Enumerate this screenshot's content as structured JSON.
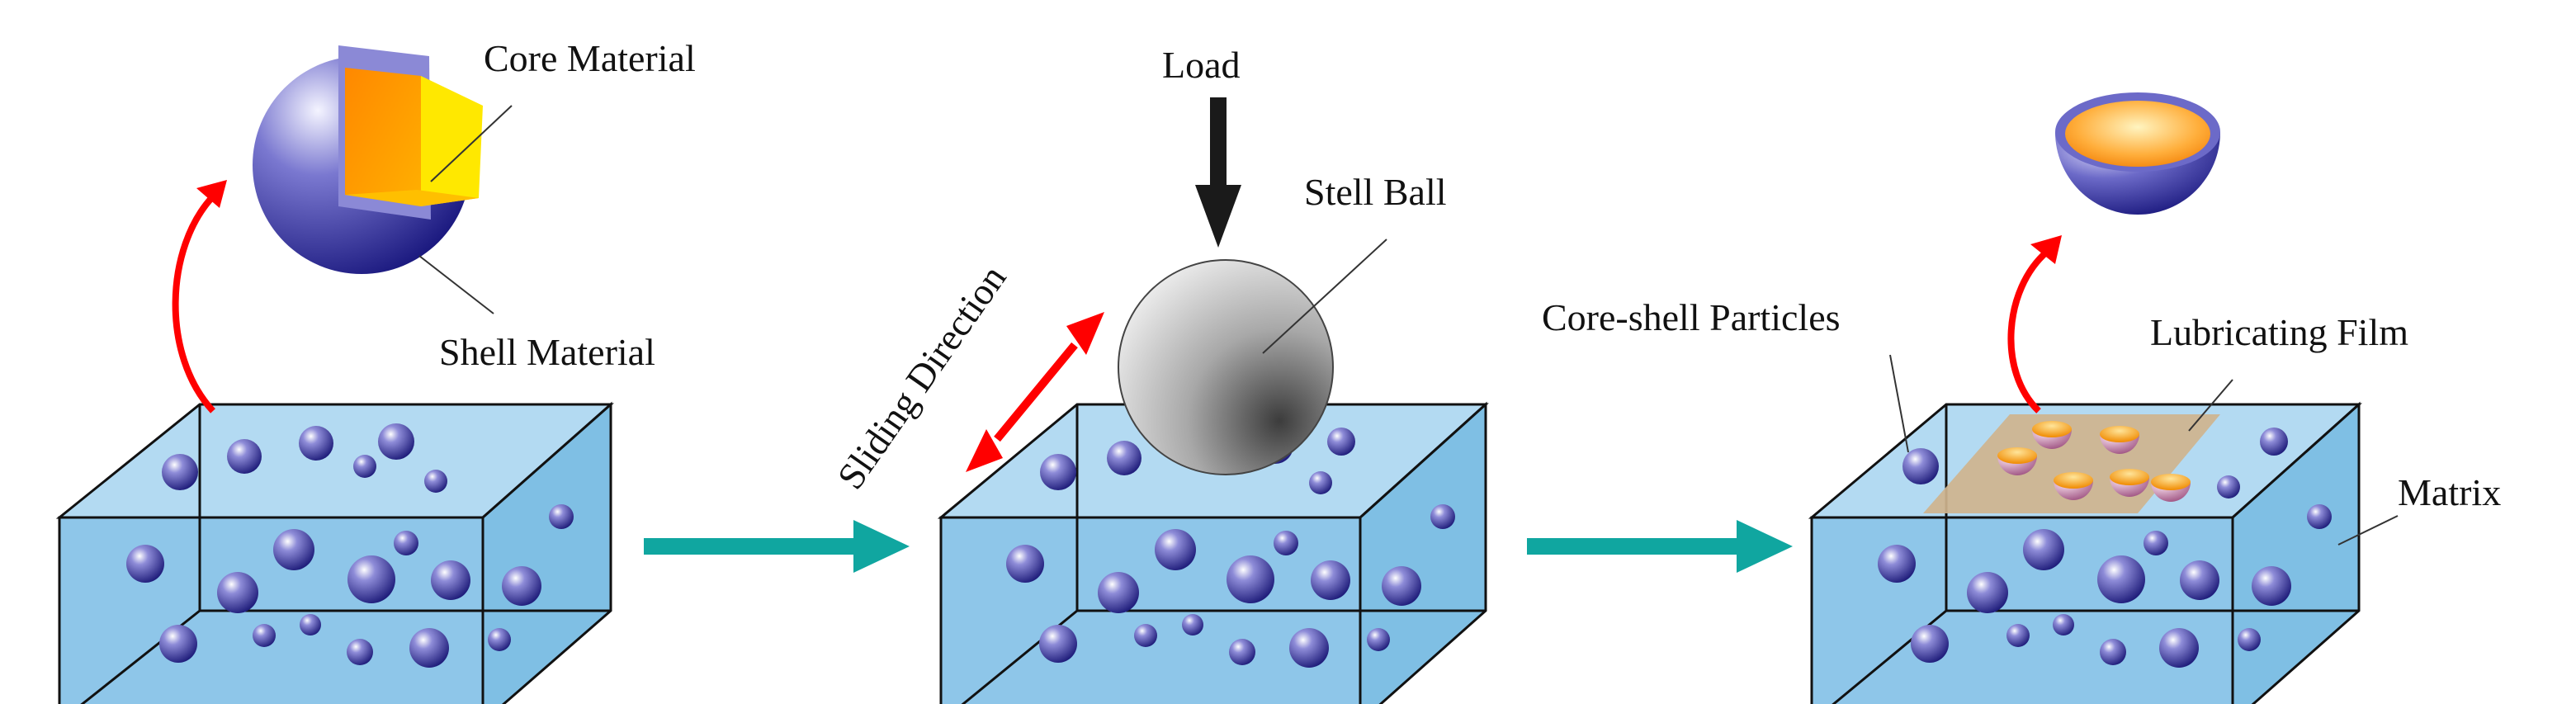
{
  "labels": {
    "core_material": "Core Material",
    "shell_material": "Shell Material",
    "load": "Load",
    "stell_ball": "Stell Ball",
    "sliding_direction": "Sliding Direction",
    "core_shell_particles": "Core-shell Particles",
    "lubricating_film": "Lubricating Film",
    "matrix": "Matrix"
  },
  "colors": {
    "matrix_fill": "#8ec6e9",
    "matrix_top": "#b3daf2",
    "particle": "#2f2d8f",
    "shell": "#23228a",
    "core_outer": "#ff9a00",
    "core_inner": "#ffe800",
    "arrow_red": "#ff0000",
    "arrow_teal": "#10a6a0",
    "load_arrow": "#1a1a1a",
    "steel_ball": "#9a9a9a",
    "film": "#cfb48e"
  }
}
